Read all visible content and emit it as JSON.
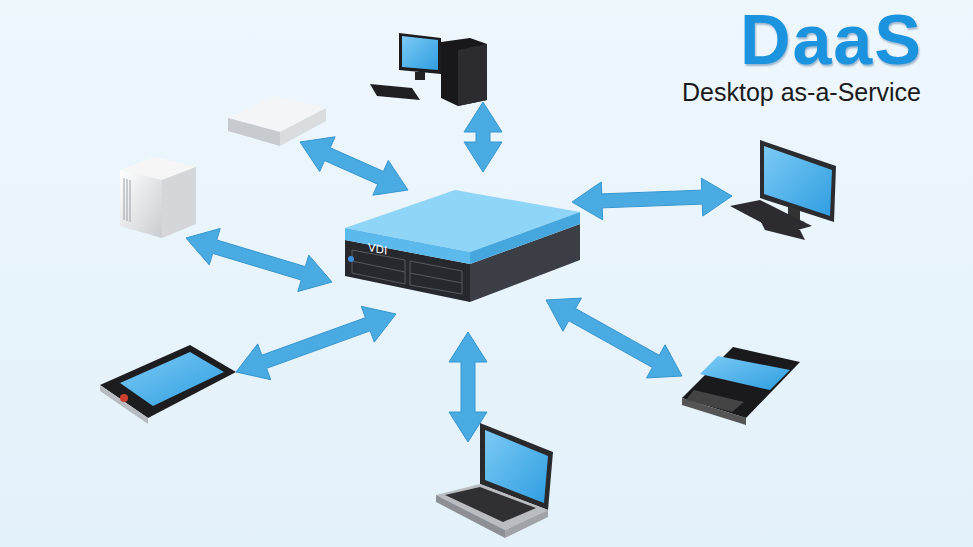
{
  "diagram": {
    "title": "DaaS",
    "nodes": [
      {
        "text": [
          "VDI"
        ]
      }
    ],
    "edges": [],
    "labels": [
      "Desktop as-a-Service"
    ]
  }
}
